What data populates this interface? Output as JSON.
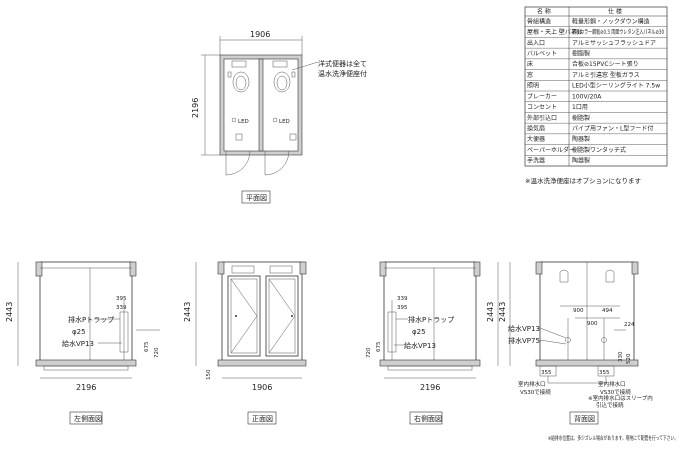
{
  "plan": {
    "width_dim": "1906",
    "height_dim": "2196",
    "note_line1": "洋式便器は全て",
    "note_line2": "温水洗浄便座付",
    "led_label": "LED",
    "title": "平面図"
  },
  "spec_table": {
    "header_name": "名 称",
    "header_spec": "仕 様",
    "rows": [
      [
        "骨組構造",
        "軽量形鋼・ノックダウン構造"
      ],
      [
        "屋根・天上 壁パネル",
        "鋼板カラー鋼板⊘0.3 両面ウレタン注入パネル⊘30"
      ],
      [
        "出入口",
        "アルミサッシュフラッシュドア"
      ],
      [
        "バルベット",
        "樹脂製"
      ],
      [
        "床",
        "合板⊘15PVCシート張り"
      ],
      [
        "窓",
        "アルミ引違窓 型板ガラス"
      ],
      [
        "照明",
        "LED小型シーリングライト 7.5w"
      ],
      [
        "ブレーカー",
        "100V/20A"
      ],
      [
        "コンセント",
        "1口用"
      ],
      [
        "外部引込口",
        "樹脂製"
      ],
      [
        "換気扇",
        "パイプ用ファン・L型フード付"
      ],
      [
        "大便器",
        "陶器製"
      ],
      [
        "ペーパーホルダー",
        "樹脂製ワンタッチ式"
      ],
      [
        "手洗器",
        "陶器製"
      ]
    ],
    "footnote": "※温水洗浄便座はオプションになります"
  },
  "left_side": {
    "width_dim": "2196",
    "height_dim": "2443",
    "dim_395": "395",
    "dim_339": "339",
    "trap_label": "排水Pトラップ",
    "phi_25": "φ25",
    "supply_label": "給水VP13",
    "dim_675": "675",
    "dim_720": "720",
    "title": "左側面図"
  },
  "front": {
    "width_dim": "1906",
    "height_dim": "2443",
    "dim_150": "150",
    "title": "正面図"
  },
  "right_side": {
    "width_dim": "2196",
    "height_dim": "2443",
    "dim_720": "720",
    "dim_675": "675",
    "dim_339": "339",
    "dim_395": "395",
    "trap_label": "排水Pトラップ",
    "phi_25": "φ25",
    "supply_label": "給水VP13",
    "title": "右側面図"
  },
  "back": {
    "height_dim": "2443",
    "dim_900_a": "900",
    "dim_494": "494",
    "dim_900_b": "900",
    "dim_224": "224",
    "supply_label": "給水VP13",
    "drain_label": "排水VP75",
    "dim_330": "330",
    "dim_520": "520",
    "dim_355_a": "355",
    "dim_355_b": "355",
    "inlet_left_1": "室内排水口",
    "inlet_left_2": "VS30で接続",
    "inlet_right_1": "室内排水口",
    "inlet_right_2": "VS30で接続",
    "inlet_note_1": "※室内排水口はスリーブ内",
    "inlet_note_2": "引込で接続",
    "title": "背面図"
  },
  "bottom_note": "※給排水位置は、多少ズレル場合があります。現地にて配管を行って下さい。"
}
